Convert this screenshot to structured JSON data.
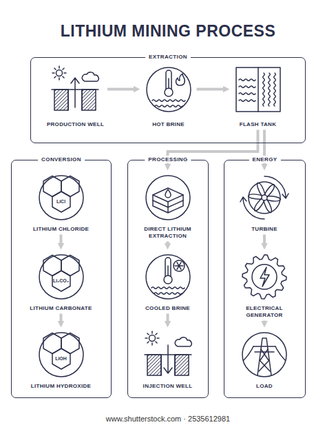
{
  "diagram": {
    "title": "LITHIUM MINING PROCESS",
    "nodes": [
      {
        "text": [
          "EXTRACTION"
        ]
      },
      {
        "text": [
          "PRODUCTION WELL"
        ],
        "in": 0
      },
      {
        "text": [
          "HOT BRINE"
        ],
        "in": 0
      },
      {
        "text": [
          "FLASH TANK"
        ],
        "in": 0
      },
      {
        "text": [
          "CONVERSION"
        ]
      },
      {
        "text": [
          "LITHIUM CHLORIDE"
        ],
        "in": 4
      },
      {
        "text": [
          "LITHIUM CARBONATE"
        ],
        "in": 4
      },
      {
        "text": [
          "LITHIUM HYDROXIDE"
        ],
        "in": 4
      },
      {
        "text": [
          "PROCESSING"
        ]
      },
      {
        "text": [
          "DIRECT LITHIUM EXTRACTION"
        ],
        "in": 8
      },
      {
        "text": [
          "COOLED BRINE"
        ],
        "in": 8
      },
      {
        "text": [
          "INJECTION WELL"
        ],
        "in": 8
      },
      {
        "text": [
          "ENERGY"
        ]
      },
      {
        "text": [
          "TURBINE"
        ],
        "in": 12
      },
      {
        "text": [
          "ELECTRICAL GENERATOR"
        ],
        "in": 12
      },
      {
        "text": [
          "LOAD"
        ],
        "in": 12
      }
    ],
    "edges": [
      {
        "from": 1,
        "to": 2,
        "arrow": "to"
      },
      {
        "from": 2,
        "to": 3,
        "arrow": "to"
      },
      {
        "from": 3,
        "to": 9,
        "arrow": "to"
      },
      {
        "from": 3,
        "to": 13,
        "arrow": "to"
      },
      {
        "from": 5,
        "to": 6,
        "arrow": "to"
      },
      {
        "from": 6,
        "to": 7,
        "arrow": "to"
      },
      {
        "from": 9,
        "to": 10,
        "arrow": "to"
      },
      {
        "from": 10,
        "to": 11,
        "arrow": "to"
      },
      {
        "from": 13,
        "to": 14,
        "arrow": "to"
      },
      {
        "from": 14,
        "to": 15,
        "arrow": "to"
      }
    ],
    "labels": [
      "LiCl",
      "Li₂CO₃",
      "LiOH",
      "www.shutterstock.com · 2535612981"
    ]
  }
}
